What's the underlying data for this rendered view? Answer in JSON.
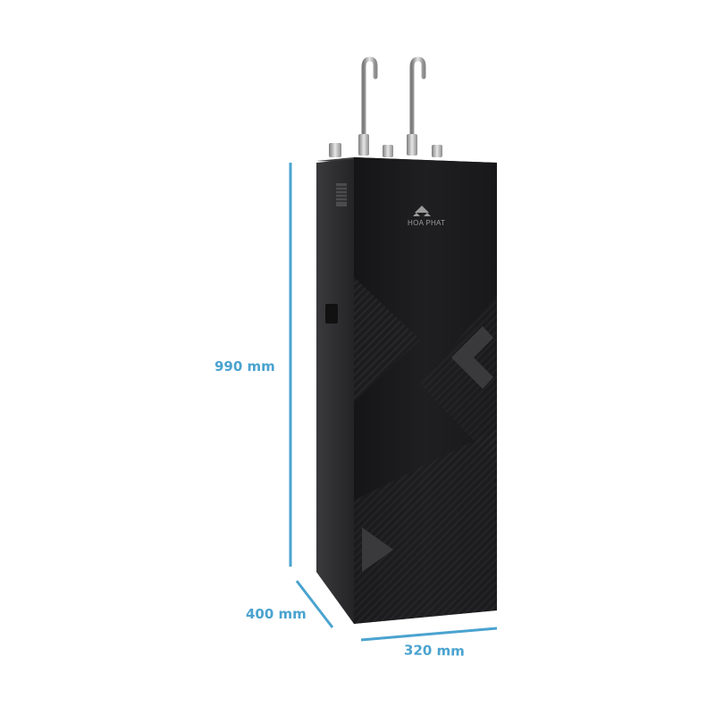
{
  "dimensions": {
    "height": "990 mm",
    "depth": "400 mm",
    "width": "320 mm"
  },
  "product": {
    "brand": "HOA PHAT"
  },
  "colors": {
    "dimension_line": "#4aa3cf",
    "cabinet_front": "#1c1c1e",
    "cabinet_side": "#2a2a2c"
  }
}
